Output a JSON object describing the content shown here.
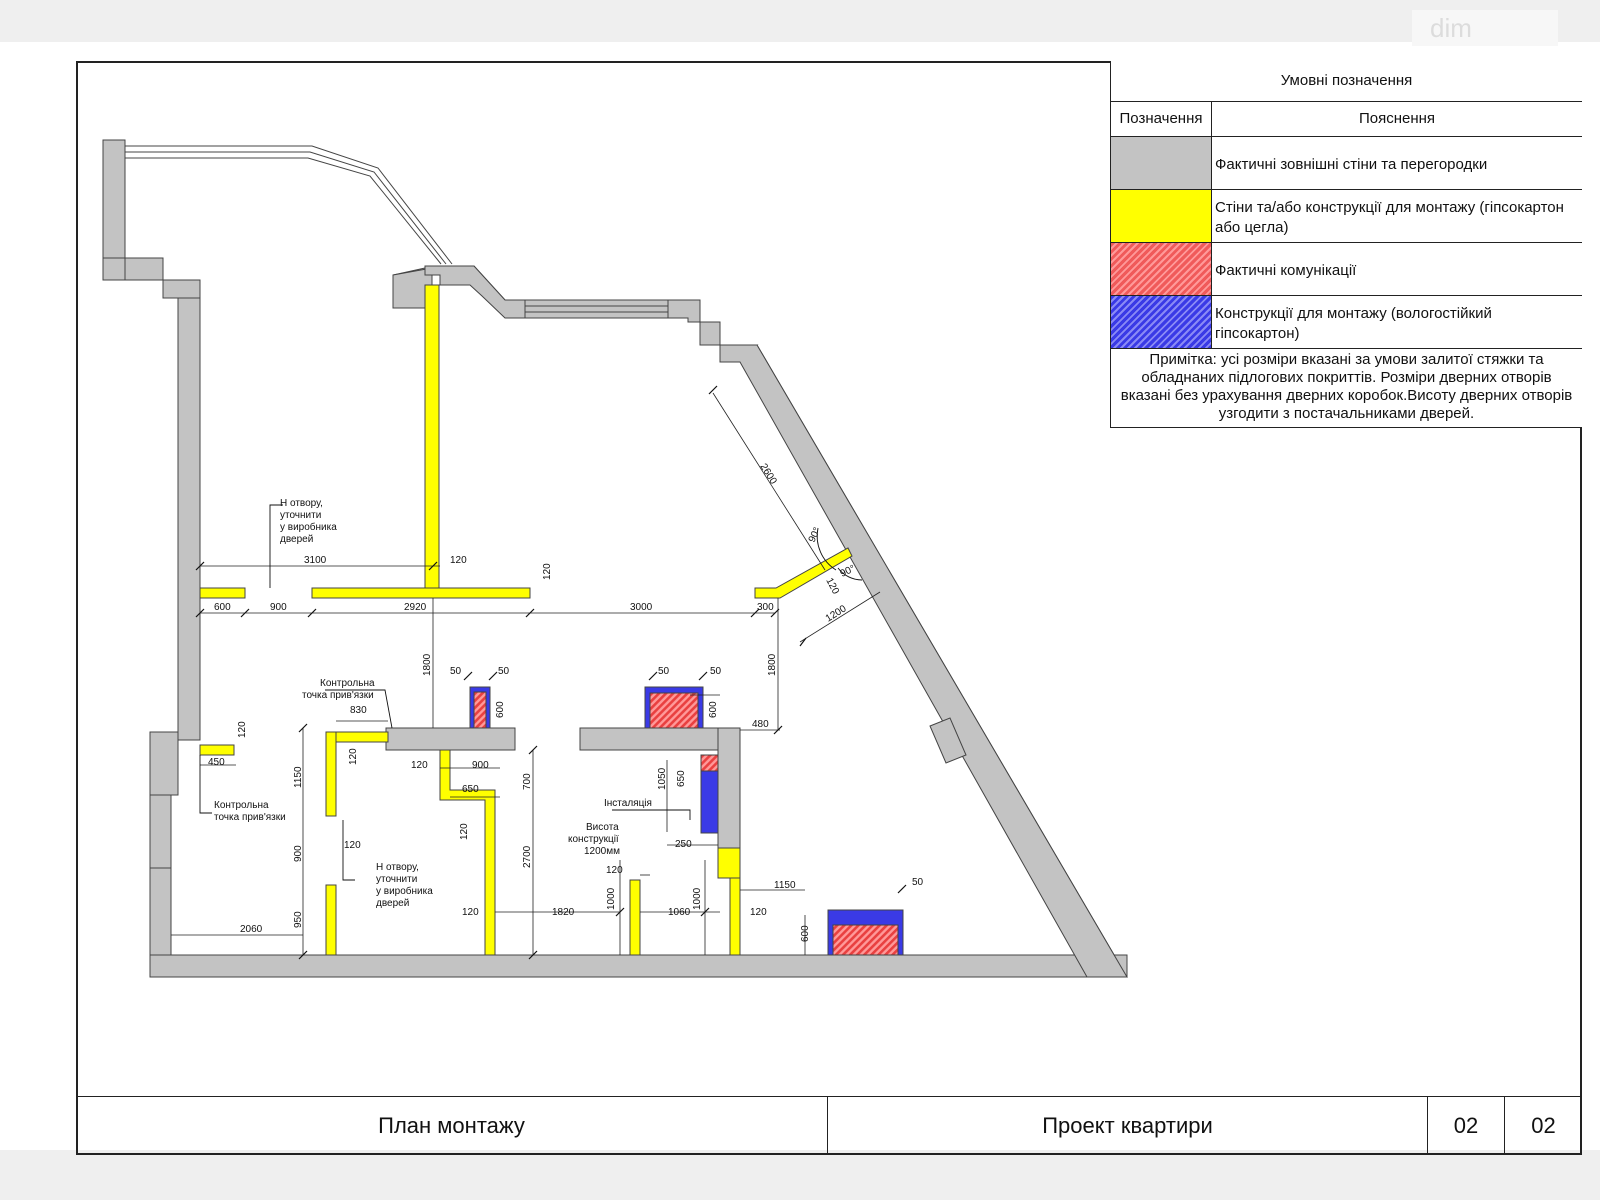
{
  "watermark": "dim",
  "legend": {
    "title": "Умовні позначення",
    "col_symbol": "Позначення",
    "col_desc": "Пояснення",
    "items": [
      {
        "desc": "Фактичні зовнішні стіни та перегородки",
        "color": "#c3c3c3"
      },
      {
        "desc": "Стіни та/або конструкції для монтажу (гіпсокартон або цегла)",
        "color": "#ffff00"
      },
      {
        "desc": "Фактичні комунікації",
        "color": "#f05a5a"
      },
      {
        "desc": "Конструкції для монтажу (вологостійкий гіпсокартон)",
        "color": "#3a3ae6"
      }
    ],
    "note": "Примітка: усі розміри вказані за умови залитої стяжки та обладнаних підлогових покриттів. Розміри дверних отворів вказані без урахування дверних коробок.Висоту дверних отворів узгодити з постачальниками дверей."
  },
  "titleblock": {
    "sheet_title": "План монтажу",
    "project": "Проект квартири",
    "sheet_no": "02",
    "sheet_total": "02"
  },
  "plan": {
    "dimensions": {
      "d3100": "3100",
      "d120a": "120",
      "d120b": "120",
      "d600": "600",
      "d900a": "900",
      "d2920": "2920",
      "d3000": "3000",
      "d300": "300",
      "d2600": "2600",
      "d90a": "90°",
      "d90b": "90°",
      "d120c": "120",
      "d1200": "1200",
      "d1800a": "1800",
      "d1800b": "1800",
      "d50a": "50",
      "d50b": "50",
      "d50c": "50",
      "d50d": "50",
      "d600b": "600",
      "d600c": "600",
      "d830": "830",
      "d480": "480",
      "d120d": "120",
      "d450": "450",
      "d1150a": "1150",
      "d120e": "120",
      "d120f": "120",
      "d900b": "900",
      "d650a": "650",
      "d700": "700",
      "d1050": "1050",
      "d650b": "650",
      "d120g": "120",
      "d900c": "900",
      "d120h": "120",
      "d2700": "2700",
      "d250": "250",
      "d120i": "120",
      "d1000a": "1000",
      "d1000b": "1000",
      "d1150b": "1150",
      "d50e": "50",
      "d2060": "2060",
      "d950": "950",
      "d120j": "120",
      "d1820": "1820",
      "d1060": "1060",
      "d120k": "120",
      "d600d": "600"
    },
    "notes": {
      "h_top": [
        "Н отвору,",
        "уточнити",
        "у виробника",
        "дверей"
      ],
      "h_mid": [
        "Н отвору,",
        "уточнити",
        "у виробника",
        "дверей"
      ],
      "ctrl_a": [
        "Контрольна",
        "точка прив'язки"
      ],
      "ctrl_b": [
        "Контрольна",
        "точка прив'язки"
      ],
      "install": "Інсталяція",
      "height_c": [
        "Висота",
        "конструкції",
        "1200мм"
      ]
    }
  }
}
